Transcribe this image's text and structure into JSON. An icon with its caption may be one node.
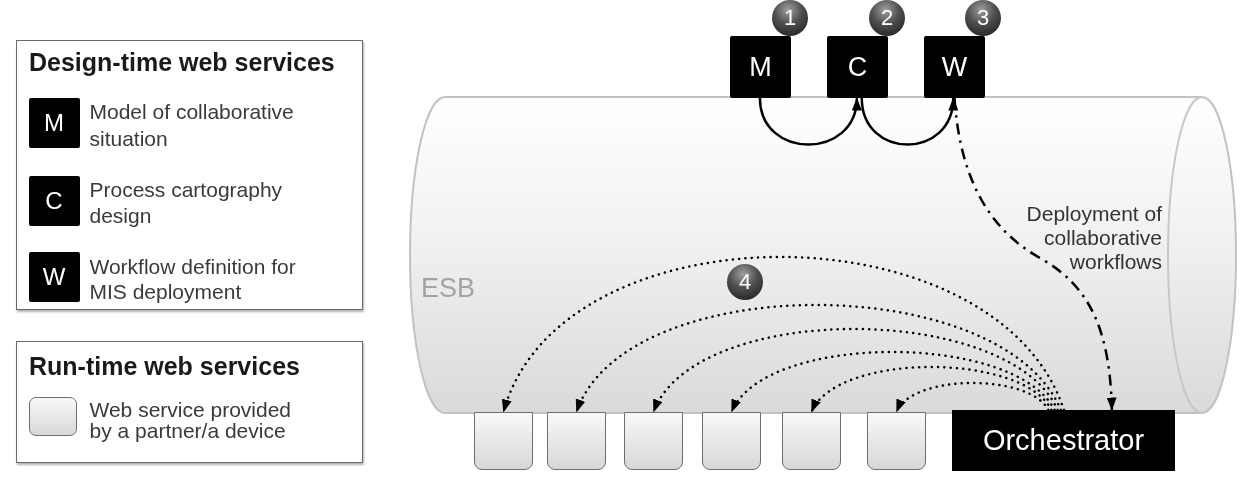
{
  "diagram": {
    "nodes": [
      {
        "text": [
          "Design-time web services"
        ]
      },
      {
        "text": [
          "M"
        ],
        "in": 0,
        "beside": [
          "Model of collaborative situation"
        ]
      },
      {
        "text": [
          "C"
        ],
        "in": 0,
        "beside": [
          "Process cartography design"
        ]
      },
      {
        "text": [
          "W"
        ],
        "in": 0,
        "beside": [
          "Workflow definition for MIS deployment"
        ]
      },
      {
        "text": [
          "Run-time web services"
        ]
      },
      {
        "text": [],
        "shape": "box",
        "in": 4,
        "beside": [
          "Web service provided by a partner/a device"
        ]
      },
      {
        "text": [
          "1"
        ]
      },
      {
        "text": [
          "2"
        ]
      },
      {
        "text": [
          "3"
        ]
      },
      {
        "text": [
          "M"
        ]
      },
      {
        "text": [
          "C"
        ]
      },
      {
        "text": [
          "W"
        ]
      },
      {
        "text": [
          "ESB"
        ]
      },
      {
        "text": [
          "4"
        ],
        "in": 12
      },
      {
        "text": [],
        "shape": "box"
      },
      {
        "text": [],
        "shape": "box"
      },
      {
        "text": [],
        "shape": "box"
      },
      {
        "text": [],
        "shape": "box"
      },
      {
        "text": [],
        "shape": "box"
      },
      {
        "text": [],
        "shape": "box"
      },
      {
        "text": [
          "Orchestrator"
        ]
      }
    ],
    "edges": [
      {
        "from": 9,
        "to": 10,
        "arrow": "to"
      },
      {
        "from": 10,
        "to": 11,
        "arrow": "to"
      },
      {
        "from": 11,
        "to": 20,
        "arrow": "to",
        "style": "dashed",
        "label": "Deployment of collaborative workflows"
      },
      {
        "from": 20,
        "to": 14,
        "arrow": "to",
        "style": "dashed"
      },
      {
        "from": 20,
        "to": 15,
        "arrow": "to",
        "style": "dashed"
      },
      {
        "from": 20,
        "to": 16,
        "arrow": "to",
        "style": "dashed"
      },
      {
        "from": 20,
        "to": 17,
        "arrow": "to",
        "style": "dashed"
      },
      {
        "from": 20,
        "to": 18,
        "arrow": "to",
        "style": "dashed"
      },
      {
        "from": 20,
        "to": 19,
        "arrow": "to",
        "style": "dashed"
      }
    ]
  }
}
